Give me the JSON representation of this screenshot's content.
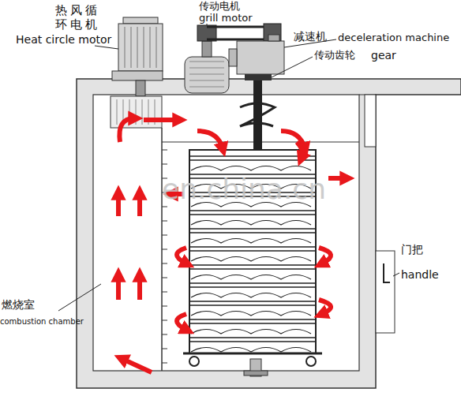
{
  "diagram": {
    "labels": [
      "热风循 环电机",
      "Heat circle motor",
      "传动电机",
      "grill motor",
      "减速机",
      "deceleration machine",
      "传动齿轮",
      "gear",
      "门把",
      "handle",
      "燃烧室",
      "combustion chamber",
      "en.china.cn"
    ]
  }
}
